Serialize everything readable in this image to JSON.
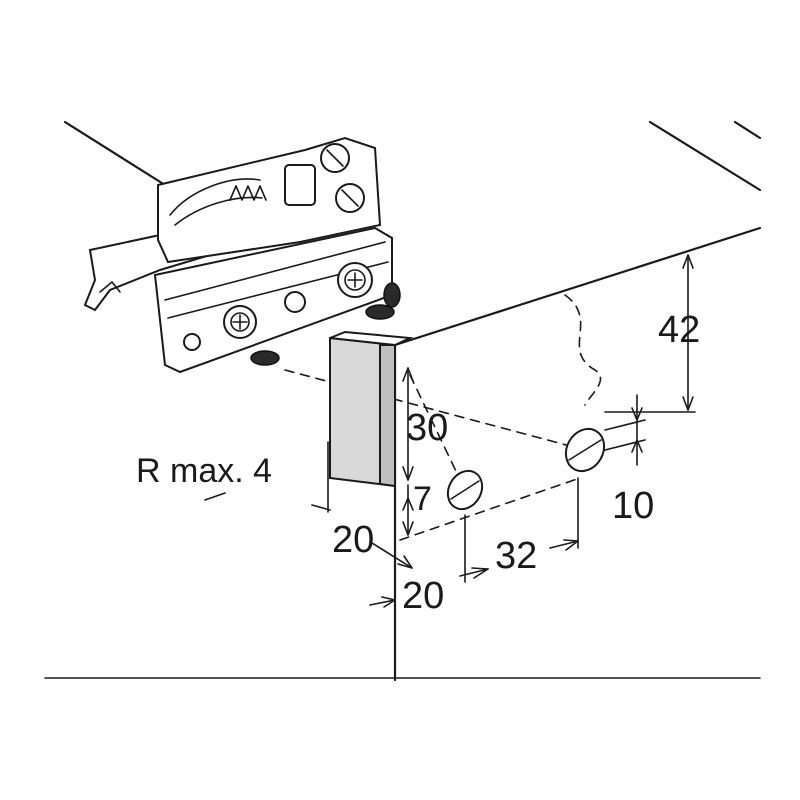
{
  "colors": {
    "ink": "#1a1a1a",
    "shade": "#d9d9d9",
    "background": "#ffffff"
  },
  "dimensions": {
    "height_42": "42",
    "height_30": "30",
    "radius": "R max. 4",
    "hole_7": "7",
    "hole_10": "10",
    "edge_20_a": "20",
    "edge_20_b": "20",
    "spacing_32": "32"
  }
}
